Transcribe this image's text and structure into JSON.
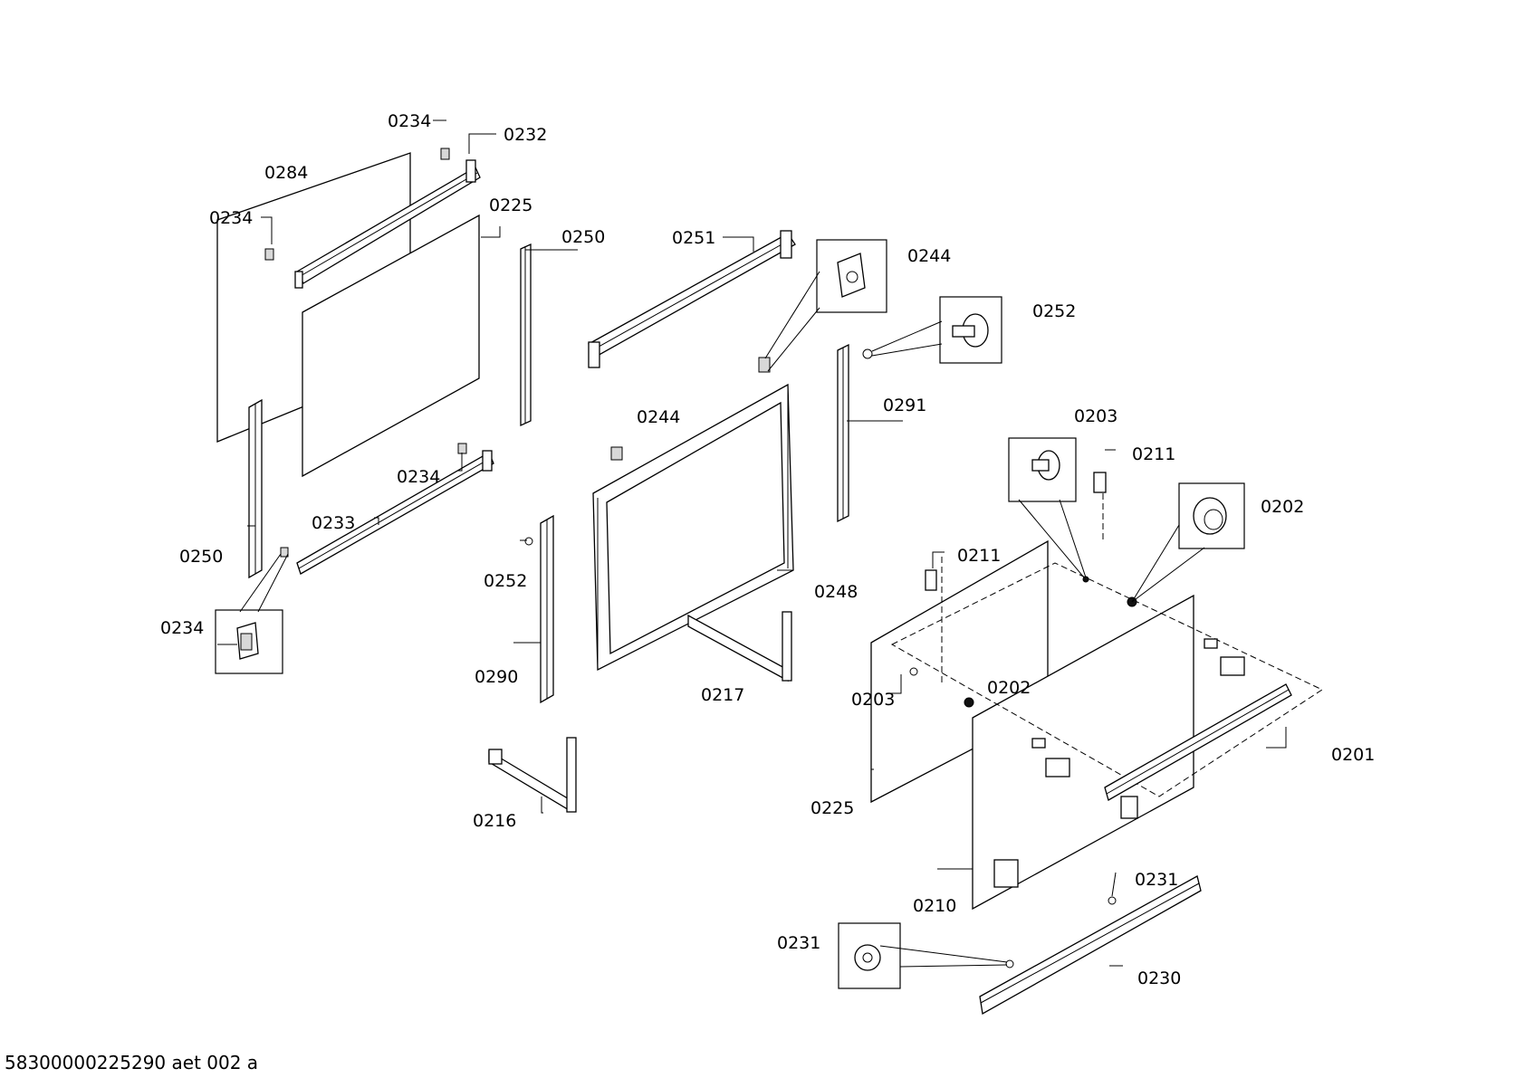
{
  "labels": {
    "l0234a": "0234",
    "l0232": "0232",
    "l0284": "0284",
    "l0234b": "0234",
    "l0225a": "0225",
    "l0250a": "0250",
    "l0251": "0251",
    "l0244a": "0244",
    "l0252a": "0252",
    "l0244b": "0244",
    "l0291": "0291",
    "l0203a": "0203",
    "l0211a": "0211",
    "l0234c": "0234",
    "l0233": "0233",
    "l0202a": "0202",
    "l0250b": "0250",
    "l0252b": "0252",
    "l0211b": "0211",
    "l0248": "0248",
    "l0234d": "0234",
    "l0290": "0290",
    "l0217": "0217",
    "l0203b": "0203",
    "l0202b": "0202",
    "l0201": "0201",
    "l0225b": "0225",
    "l0216": "0216",
    "l0210": "0210",
    "l0231a": "0231",
    "l0231b": "0231",
    "l0230": "0230"
  },
  "footer": {
    "doc_id": "58300000225290 aet 002 a"
  }
}
